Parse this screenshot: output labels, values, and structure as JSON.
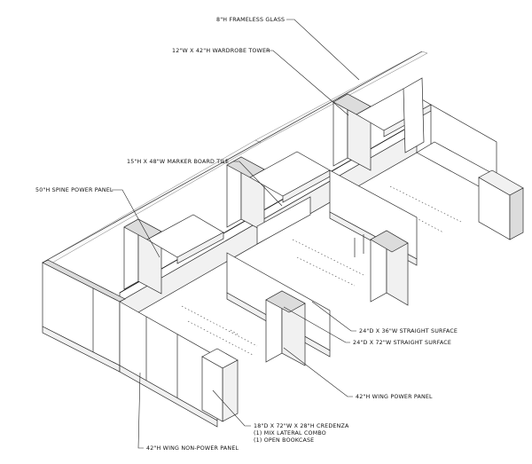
{
  "callouts": [
    {
      "id": "frameless-glass",
      "text": "8\"H FRAMELESS GLASS"
    },
    {
      "id": "wardrobe-tower",
      "text": "12\"W X 42\"H WARDROBE TOWER"
    },
    {
      "id": "marker-board",
      "text": "15\"H X 48\"W MARKER BOARD TILE"
    },
    {
      "id": "spine-power-panel",
      "text": "50\"H  SPINE POWER PANEL"
    },
    {
      "id": "straight-surface-36",
      "text": "24\"D X 36\"W STRAIGHT SURFACE"
    },
    {
      "id": "straight-surface-72",
      "text": "24\"D X 72\"W STRAIGHT SURFACE"
    },
    {
      "id": "wing-power-panel",
      "text": "42\"H  WING POWER PANEL"
    },
    {
      "id": "credenza",
      "text": "18\"D X 72\"W X 28\"H CREDENZA"
    },
    {
      "id": "credenza-combo",
      "text": "(1) MIX LATERAL COMBO"
    },
    {
      "id": "credenza-bookcase",
      "text": "(1) OPEN BOOKCASE"
    },
    {
      "id": "wing-non-power-panel",
      "text": "42\"H  WING NON-POWER PANEL"
    }
  ]
}
